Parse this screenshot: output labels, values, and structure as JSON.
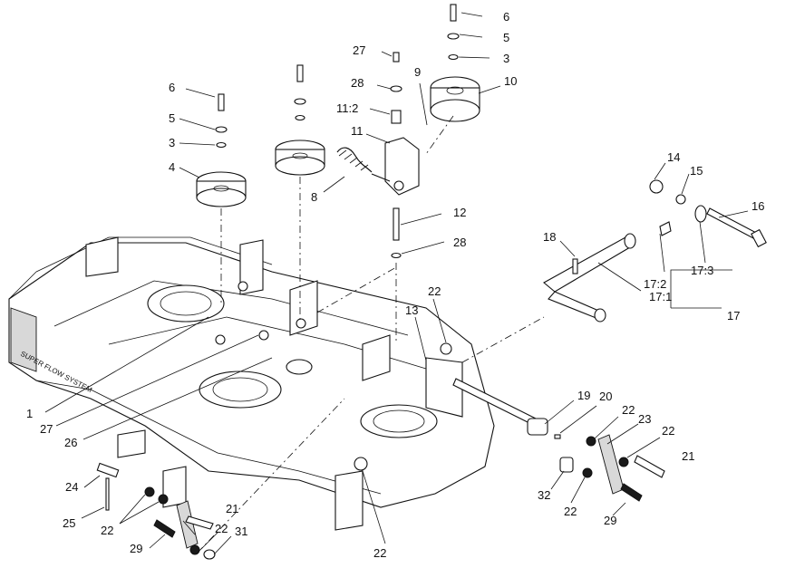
{
  "callouts": [
    {
      "text": "6"
    },
    {
      "text": "5"
    },
    {
      "text": "3"
    },
    {
      "text": "27"
    },
    {
      "text": "9"
    },
    {
      "text": "10"
    },
    {
      "text": "28"
    },
    {
      "text": "11:2"
    },
    {
      "text": "11"
    },
    {
      "text": "6"
    },
    {
      "text": "5"
    },
    {
      "text": "3"
    },
    {
      "text": "4"
    },
    {
      "text": "8"
    },
    {
      "text": "14"
    },
    {
      "text": "15"
    },
    {
      "text": "16"
    },
    {
      "text": "12"
    },
    {
      "text": "28"
    },
    {
      "text": "18"
    },
    {
      "text": "17:2"
    },
    {
      "text": "17:3"
    },
    {
      "text": "17:1"
    },
    {
      "text": "17"
    },
    {
      "text": "22"
    },
    {
      "text": "13"
    },
    {
      "text": "1"
    },
    {
      "text": "27"
    },
    {
      "text": "26"
    },
    {
      "text": "19"
    },
    {
      "text": "20"
    },
    {
      "text": "22"
    },
    {
      "text": "23"
    },
    {
      "text": "22"
    },
    {
      "text": "21"
    },
    {
      "text": "32"
    },
    {
      "text": "22"
    },
    {
      "text": "29"
    },
    {
      "text": "24"
    },
    {
      "text": "25"
    },
    {
      "text": "22"
    },
    {
      "text": "21"
    },
    {
      "text": "22"
    },
    {
      "text": "31"
    },
    {
      "text": "29"
    },
    {
      "text": "22"
    }
  ],
  "decal_text": "SUPER FLOW SYSTEM",
  "colors": {
    "line": "#111111",
    "background": "#ffffff"
  }
}
